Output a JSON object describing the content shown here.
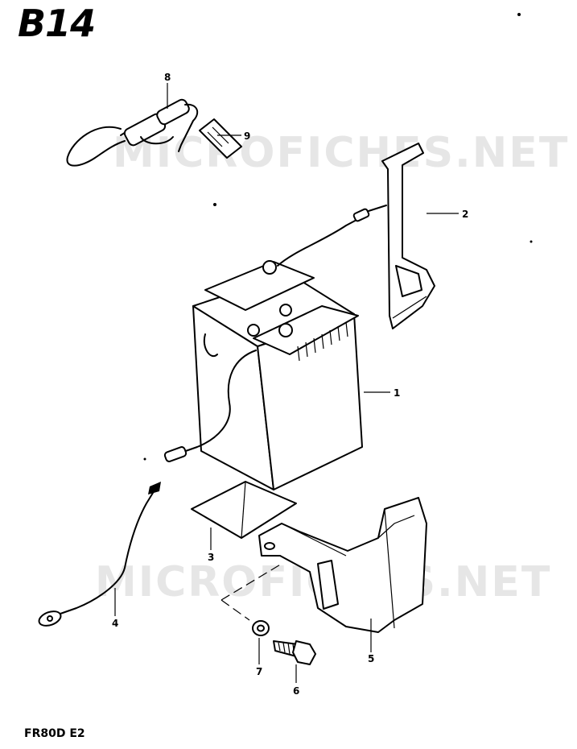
{
  "page": {
    "title": "B14",
    "footer": "FR80D E2"
  },
  "watermarks": [
    "MICROFICHES.NET",
    "MICROFICHES.NET"
  ],
  "callouts": [
    {
      "label": "1"
    },
    {
      "label": "2"
    },
    {
      "label": "3"
    },
    {
      "label": "4"
    },
    {
      "label": "5"
    },
    {
      "label": "6"
    },
    {
      "label": "7"
    },
    {
      "label": "8"
    },
    {
      "label": "9"
    }
  ]
}
